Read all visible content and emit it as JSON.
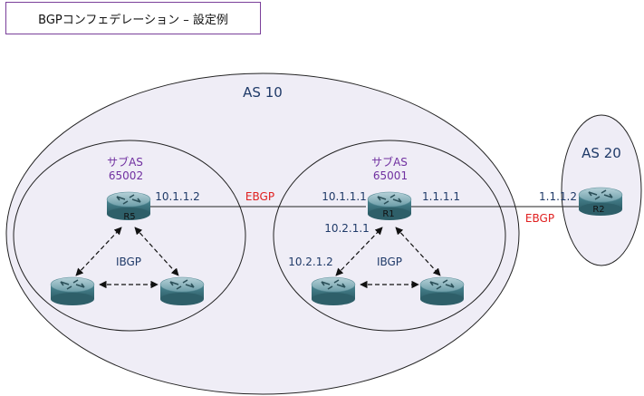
{
  "title": "BGPコンフェデレーション – 設定例",
  "as10": {
    "label": "AS 10"
  },
  "as20": {
    "label": "AS 20"
  },
  "subas_left": {
    "label": "サブAS",
    "number": "65002"
  },
  "subas_right": {
    "label": "サブAS",
    "number": "65001"
  },
  "routers": {
    "r5": "R5",
    "r1": "R1",
    "r2": "R2"
  },
  "links": {
    "ebgp_internal": "EBGP",
    "ebgp_external": "EBGP",
    "ibgp_left": "IBGP",
    "ibgp_right": "IBGP"
  },
  "ips": {
    "r5_to_r1": "10.1.1.2",
    "r1_to_r5": "10.1.1.1",
    "r1_to_r2": "1.1.1.1",
    "r2_to_r1": "1.1.1.2",
    "r1_internal": "10.2.1.1",
    "right_peer": "10.2.1.2"
  },
  "colors": {
    "ellipse_fill": "#efedf6",
    "subas_text": "#7030a0",
    "ebgp_text": "#e02020",
    "label_text": "#1f3a68",
    "router_body": "#3e7a86"
  }
}
